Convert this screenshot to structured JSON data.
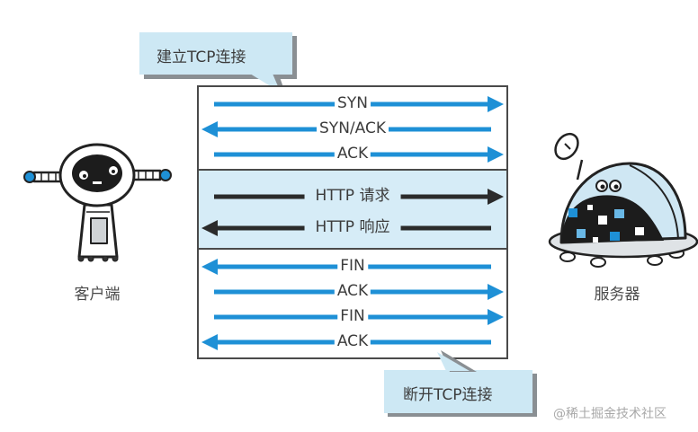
{
  "colors": {
    "accent_blue": "#1e90d6",
    "dark_arrow": "#2b2b2b",
    "band_fill": "#d6ecf7",
    "callout_fill": "#cde8f4",
    "callout_shadow": "#8a8f93",
    "box_border": "#4a4a4a"
  },
  "callouts": {
    "connect": "建立TCP连接",
    "disconnect": "断开TCP连接"
  },
  "actors": {
    "client": {
      "label": "客户端",
      "icon": "client-robot-icon"
    },
    "server": {
      "label": "服务器",
      "icon": "server-robot-icon"
    }
  },
  "sections": [
    {
      "name": "handshake",
      "messages": [
        {
          "label": "SYN",
          "direction": "to-server",
          "color": "blue"
        },
        {
          "label": "SYN/ACK",
          "direction": "to-client",
          "color": "blue"
        },
        {
          "label": "ACK",
          "direction": "to-server",
          "color": "blue"
        }
      ]
    },
    {
      "name": "http",
      "messages": [
        {
          "label": "HTTP 请求",
          "direction": "to-server",
          "color": "dark"
        },
        {
          "label": "HTTP 响应",
          "direction": "to-client",
          "color": "dark"
        }
      ]
    },
    {
      "name": "teardown",
      "messages": [
        {
          "label": "FIN",
          "direction": "to-client",
          "color": "blue"
        },
        {
          "label": "ACK",
          "direction": "to-server",
          "color": "blue"
        },
        {
          "label": "FIN",
          "direction": "to-server",
          "color": "blue"
        },
        {
          "label": "ACK",
          "direction": "to-client",
          "color": "blue"
        }
      ]
    }
  ],
  "watermark": "@稀土掘金技术社区"
}
